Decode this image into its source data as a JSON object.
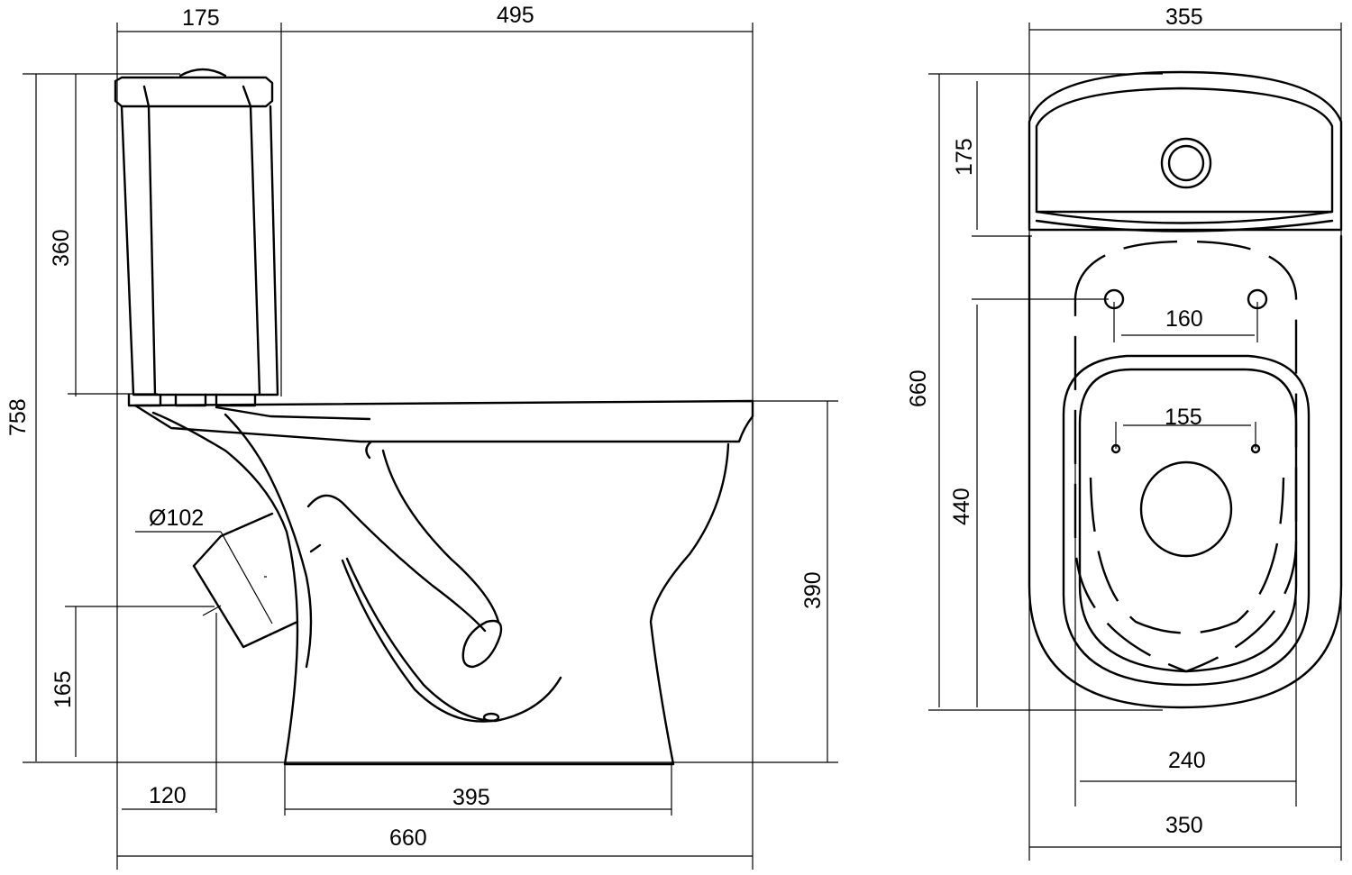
{
  "side_view": {
    "width_tank": "175",
    "width_bowl": "495",
    "height_total": "758",
    "height_tank": "360",
    "height_bowl": "390",
    "height_outlet": "165",
    "outlet_diameter": "Ø102",
    "outlet_offset": "120",
    "base_width": "395",
    "length_total": "660"
  },
  "top_view": {
    "width_tank": "355",
    "depth_tank": "175",
    "length_total": "660",
    "length_seat": "440",
    "hinge_spacing": "160",
    "fixing_spacing": "155",
    "width_seat": "240",
    "width_base": "350"
  }
}
